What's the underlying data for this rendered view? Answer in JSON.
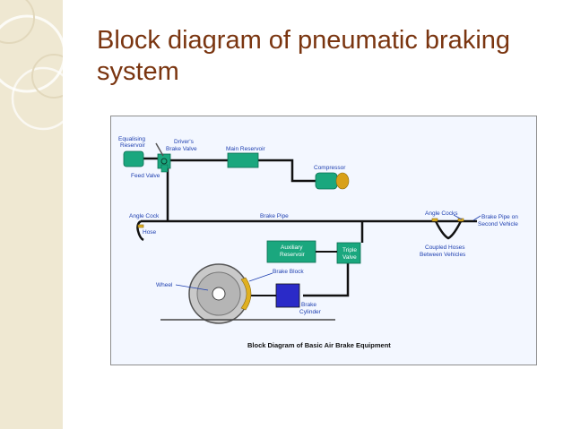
{
  "slide": {
    "title": "Block diagram of pneumatic braking system"
  },
  "diagram": {
    "caption": "Block Diagram of Basic Air Brake Equipment",
    "labels": {
      "equalising_reservoir_1": "Equalising",
      "equalising_reservoir_2": "Reservoir",
      "drivers_brake_valve_1": "Driver's",
      "drivers_brake_valve_2": "Brake Valve",
      "main_reservoir": "Main Reservoir",
      "feed_valve": "Feed Valve",
      "compressor": "Compressor",
      "angle_cock": "Angle Cock",
      "brake_pipe": "Brake Pipe",
      "angle_cocks": "Angle Cocks",
      "brake_pipe_on_1": "Brake Pipe on",
      "brake_pipe_on_2": "Second Vehicle",
      "hose": "Hose",
      "auxiliary_reservoir_1": "Auxiliary",
      "auxiliary_reservoir_2": "Reservoir",
      "triple_valve_1": "Triple",
      "triple_valve_2": "Valve",
      "coupled_hoses_1": "Coupled Hoses",
      "coupled_hoses_2": "Between Vehicles",
      "brake_block": "Brake Block",
      "wheel": "Wheel",
      "brake_cylinder_1": "Brake",
      "brake_cylinder_2": "Cylinder"
    },
    "colors": {
      "component_green": "#1aa77e",
      "pipe": "#111111",
      "cylinder_blue": "#2a2ac8",
      "brake_block": "#e0b020",
      "compressor_motor": "#d8a018",
      "label_blue": "#1e3fb0",
      "title_brown": "#7a3510"
    }
  }
}
